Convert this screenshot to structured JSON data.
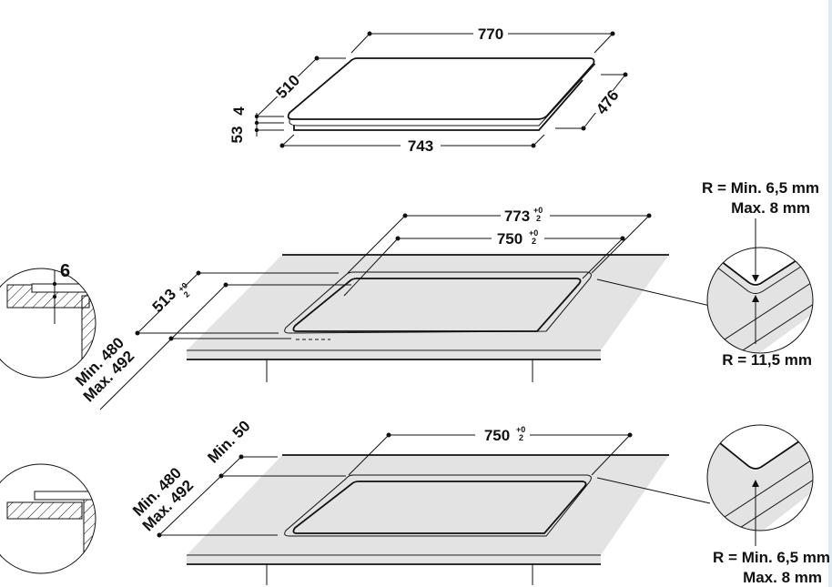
{
  "colors": {
    "countertop": "#e3e3e3",
    "line": "#111111",
    "edge_strip": "#dfeaf3"
  },
  "hob": {
    "width": "770",
    "depth": "510",
    "body_width": "743",
    "body_depth": "476",
    "glass_thickness": "4",
    "body_height": "53"
  },
  "flush_install": {
    "cutout_outer_width": "773",
    "cutout_inner_width": "750",
    "cutout_depth": "513",
    "tolerance_plus": "+0",
    "tolerance_minus": "2",
    "depth_min": "Min. 480",
    "depth_max": "Max. 492",
    "detail_step": "6",
    "corner_radius_min": "R = Min. 6,5 mm",
    "corner_radius_max": "Max. 8 mm",
    "outer_radius": "R = 11,5 mm"
  },
  "standard_install": {
    "cutout_width": "750",
    "tolerance_plus": "+0",
    "tolerance_minus": "2",
    "depth_min": "Min. 480",
    "depth_max": "Max. 492",
    "front_min": "Min. 50",
    "corner_radius_min": "R = Min. 6,5 mm",
    "corner_radius_max": "Max. 8 mm"
  }
}
